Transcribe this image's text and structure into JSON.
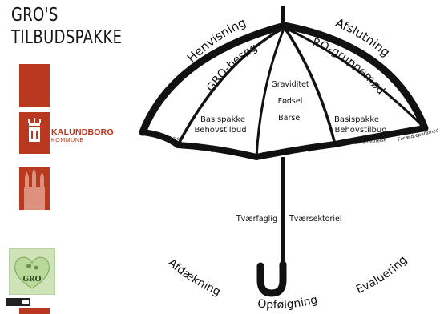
{
  "sidebar": {
    "title_line1": "GRO'S",
    "title_line2": "TILBUDSPAKKE",
    "logo_name": "KALUNDBORG",
    "logo_sub": "KOMMUNE",
    "gro_logo_text": "GRO"
  },
  "umbrella": {
    "outer_left": "Henvisning",
    "outer_right": "Afslutning",
    "inner_left": "GRO-besøg",
    "inner_right": "GRO-gruppemøde",
    "center_lines": [
      "Graviditet",
      "Fødsel",
      "Barsel"
    ],
    "basis_left": [
      "Basispakke",
      "Behovstilbud"
    ],
    "basis_right": [
      "Basispakke",
      "Behovstilbud"
    ],
    "edge_labels": [
      "Mestringsevne",
      "Livsstils- og sundhedsvaner",
      "Forældre- og omsorgsevne",
      "Netværksdannelse",
      "Forældreparathed"
    ],
    "shaft_left": "Tværfaglig",
    "shaft_right": "Tværsektoriel"
  },
  "cycle": {
    "left": "Afdækning",
    "bottom": "Opfølgning",
    "right": "Evaluering"
  },
  "colors": {
    "brand_red": "#b8391f",
    "ink": "#111111",
    "logo_green": "#cfe3b8"
  }
}
